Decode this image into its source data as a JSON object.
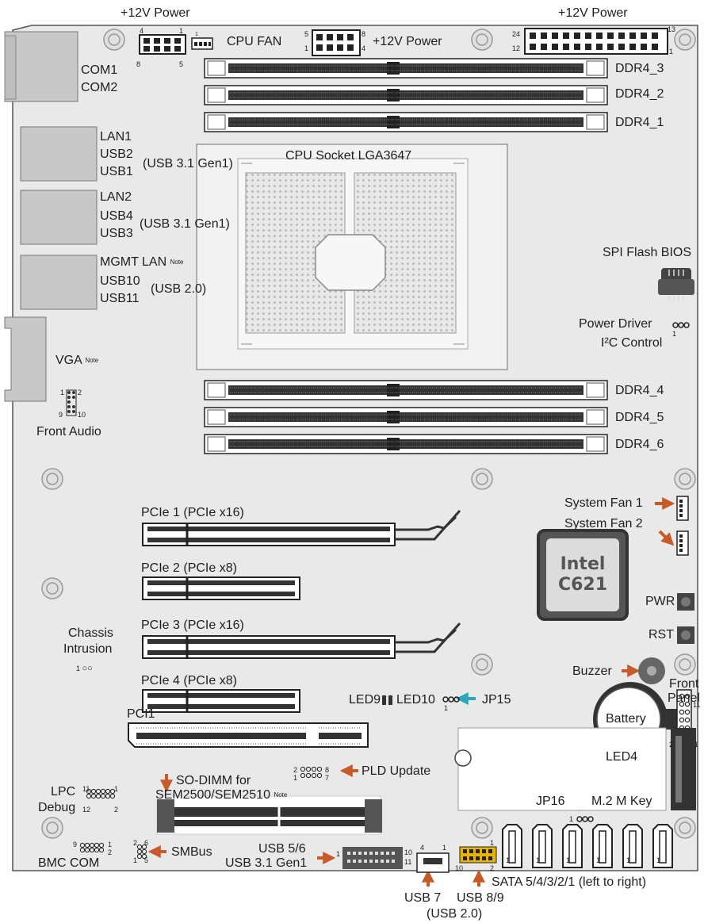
{
  "power": {
    "left_title": "+12V Power",
    "right_title": "+12V Power",
    "mid": "+12V Power",
    "pins_left": [
      "4",
      "1",
      "8",
      "5"
    ],
    "pins_mid": [
      "5",
      "8",
      "1",
      "4"
    ],
    "pins_right": [
      "24",
      "13",
      "12",
      "1"
    ]
  },
  "cpu_fan": "CPU FAN",
  "cpu_fan_pin": "1",
  "com": [
    "COM1",
    "COM2"
  ],
  "dimms": [
    "DDR4_3",
    "DDR4_2",
    "DDR4_1",
    "DDR4_4",
    "DDR4_5",
    "DDR4_6"
  ],
  "cpu_socket": "CPU Socket LGA3647",
  "lan_groups": [
    {
      "lines": [
        "LAN1",
        "USB2",
        "USB1"
      ],
      "note": "(USB 3.1 Gen1)"
    },
    {
      "lines": [
        "LAN2",
        "USB4",
        "USB3"
      ],
      "note": "(USB 3.1 Gen1)"
    },
    {
      "lines": [
        "MGMT LAN",
        "USB10",
        "USB11"
      ],
      "note": "(USB 2.0)",
      "sup": "Note"
    }
  ],
  "spi_bios": "SPI Flash BIOS",
  "power_driver": [
    "Power Driver",
    "I²C Control"
  ],
  "pd_pin": "1",
  "vga": "VGA",
  "vga_note": "Note",
  "front_audio": "Front Audio",
  "fa_pins": [
    "1",
    "2",
    "9",
    "10"
  ],
  "system_fans": [
    "System Fan 1",
    "System Fan 2"
  ],
  "pcie": [
    "PCIe 1 (PCIe x16)",
    "PCIe 2 (PCIe x8)",
    "PCIe 3 (PCIe x16)",
    "PCIe 4 (PCIe x8)"
  ],
  "chipset": [
    "Intel",
    "C621"
  ],
  "pwr": "PWR",
  "rst": "RST",
  "chassis": [
    "Chassis",
    "Intrusion"
  ],
  "chassis_pin": "1",
  "buzzer": "Buzzer",
  "front_panel": [
    "Front",
    "Panel"
  ],
  "fp_pins": [
    "11",
    "2",
    "1"
  ],
  "battery": "Battery",
  "led9": "LED9",
  "led10": "LED10",
  "jp15": "JP15",
  "jp15_pin": "1",
  "pci1": "PCI1",
  "led4": "LED4",
  "lpc_debug": [
    "LPC",
    "Debug"
  ],
  "lpc_pins": [
    "11",
    "1",
    "12",
    "2"
  ],
  "sodimm": [
    "SO-DIMM for",
    "SEM2500/SEM2510"
  ],
  "sodimm_note": "Note",
  "pld": "PLD Update",
  "pld_pins": [
    "2",
    "1",
    "8",
    "7"
  ],
  "jp16": "JP16",
  "jp16_pin": "1",
  "m2": "M.2 M Key",
  "bmc_com": "BMC COM",
  "bmc_pins": [
    "9",
    "1",
    "2"
  ],
  "smbus": "SMBus",
  "smbus_pins": [
    "2",
    "6",
    "1",
    "5"
  ],
  "usb56": [
    "USB 5/6",
    "USB 3.1 Gen1"
  ],
  "usb56_pins": [
    "1",
    "10",
    "11"
  ],
  "usb7": [
    "USB 7"
  ],
  "usb7_pins": [
    "4",
    "1"
  ],
  "usb89": "USB 8/9",
  "usb89_pins": [
    "1",
    "10",
    "2"
  ],
  "usb20": "(USB 2.0)",
  "sata": "SATA 5/4/3/2/1 (left to right)",
  "sata_pin": "1",
  "colors": {
    "arrow_orange": "#c65a28",
    "arrow_teal": "#2aa7b8",
    "board": "#e9e9e9",
    "header_yellow": "#e8b500"
  }
}
